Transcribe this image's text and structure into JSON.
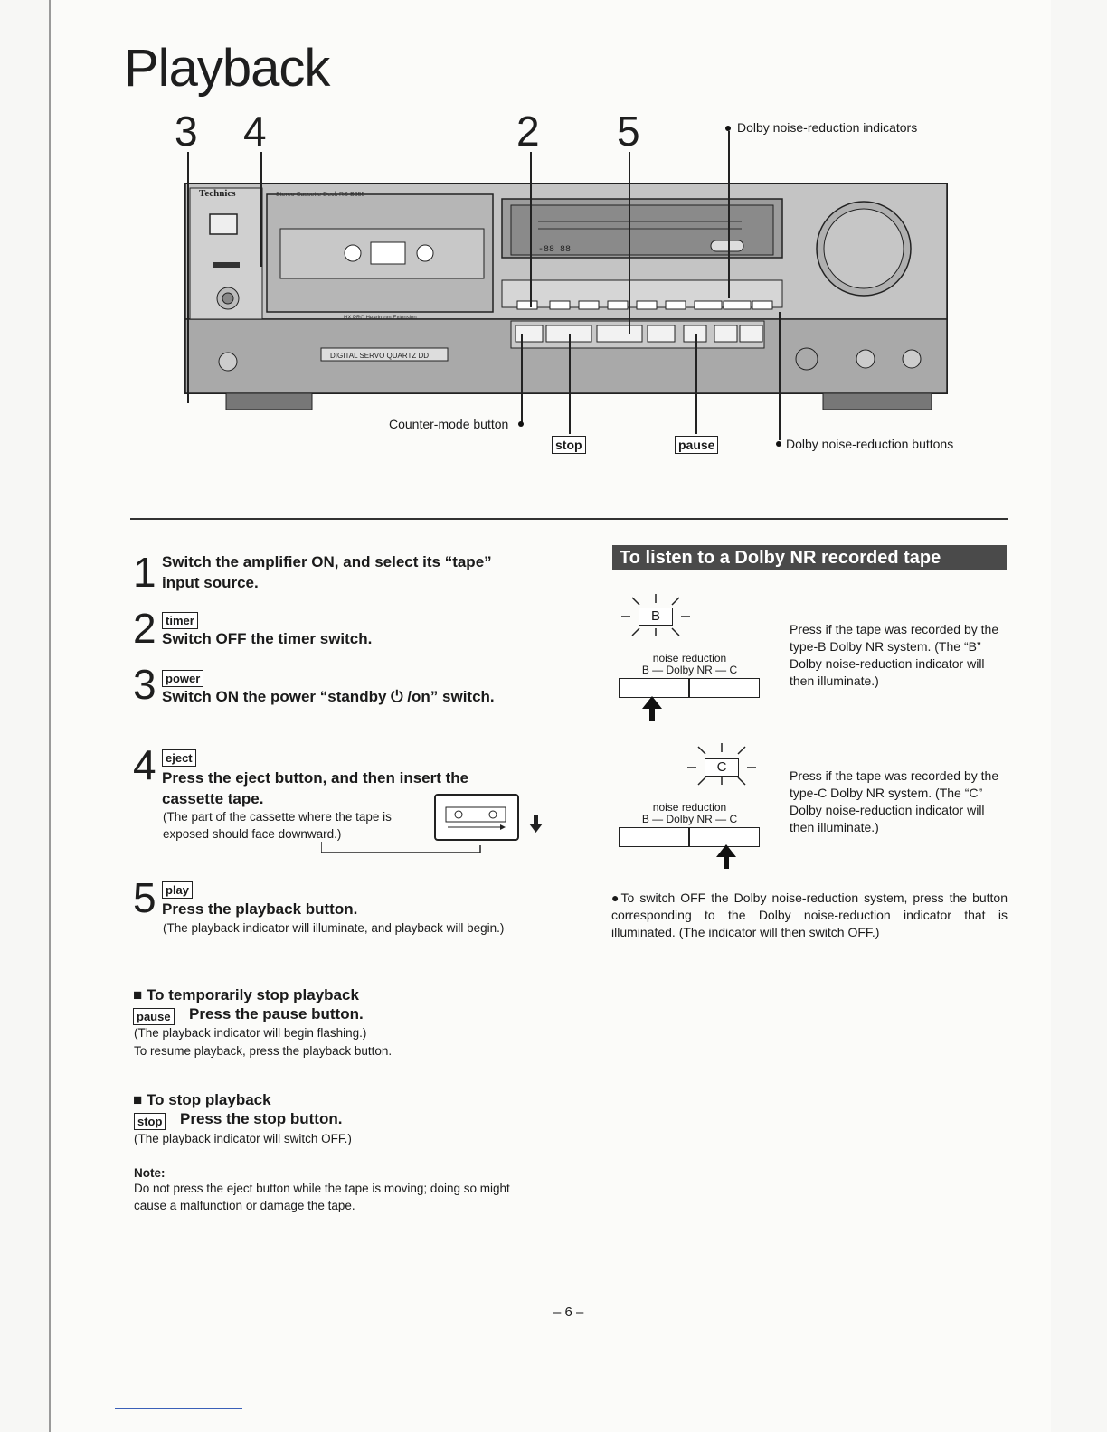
{
  "page_title": "Playback",
  "callouts": {
    "n3": "3",
    "n4": "4",
    "n2": "2",
    "n5": "5",
    "dolby_indicators": "Dolby noise-reduction indicators",
    "counter_mode": "Counter-mode button",
    "stop_label": "stop",
    "pause_label": "pause",
    "dolby_buttons": "Dolby noise-reduction buttons"
  },
  "deck": {
    "brand": "Technics",
    "model": "Stereo Cassette Deck RS-B655",
    "hx_pro": "HX PRO Headroom Extension",
    "servo": "DIGITAL SERVO QUARTZ DD",
    "counter": "-88 88"
  },
  "steps": [
    {
      "num": "1",
      "key": "",
      "text": "Switch the amplifier ON, and select its “tape” input source."
    },
    {
      "num": "2",
      "key": "timer",
      "text": "Switch OFF the timer switch."
    },
    {
      "num": "3",
      "key": "power",
      "text": "Switch ON the power “standby ⏻ /on” switch."
    },
    {
      "num": "4",
      "key": "eject",
      "text": "Press the eject button, and then insert the cassette tape.",
      "note": "(The part of the cassette where the tape is exposed should face downward.)"
    },
    {
      "num": "5",
      "key": "play",
      "text": "Press the playback button.",
      "note": "(The playback indicator will illuminate, and playback will begin.)"
    }
  ],
  "temp_stop": {
    "heading": "■ To temporarily stop playback",
    "key": "pause",
    "instruction": "Press the pause button.",
    "line1": "(The playback indicator will begin flashing.)",
    "line2": "To resume playback, press the playback button."
  },
  "stop": {
    "heading": "■ To stop playback",
    "key": "stop",
    "instruction": "Press the stop button.",
    "line1": "(The playback indicator will switch OFF.)"
  },
  "note": {
    "label": "Note:",
    "text": "Do not press the eject button while the tape is moving; doing so might cause a malfunction or damage the tape."
  },
  "dolby": {
    "banner": "To listen to a Dolby NR recorded tape",
    "b_indicator": "B",
    "c_indicator": "C",
    "nr_label": "noise reduction",
    "nr_sub": "B — Dolby NR — C",
    "b_text": "Press if the tape was recorded by the type-B Dolby NR system. (The “B” Dolby noise-reduction indicator will then illuminate.)",
    "c_text": "Press if the tape was recorded by the type-C Dolby NR system. (The “C” Dolby noise-reduction indicator will then illuminate.)",
    "off_text": "●To switch OFF the Dolby noise-reduction system, press the button corresponding to the Dolby noise-reduction indicator that is illuminated. (The indicator will then switch OFF.)"
  },
  "page_number": "– 6 –"
}
